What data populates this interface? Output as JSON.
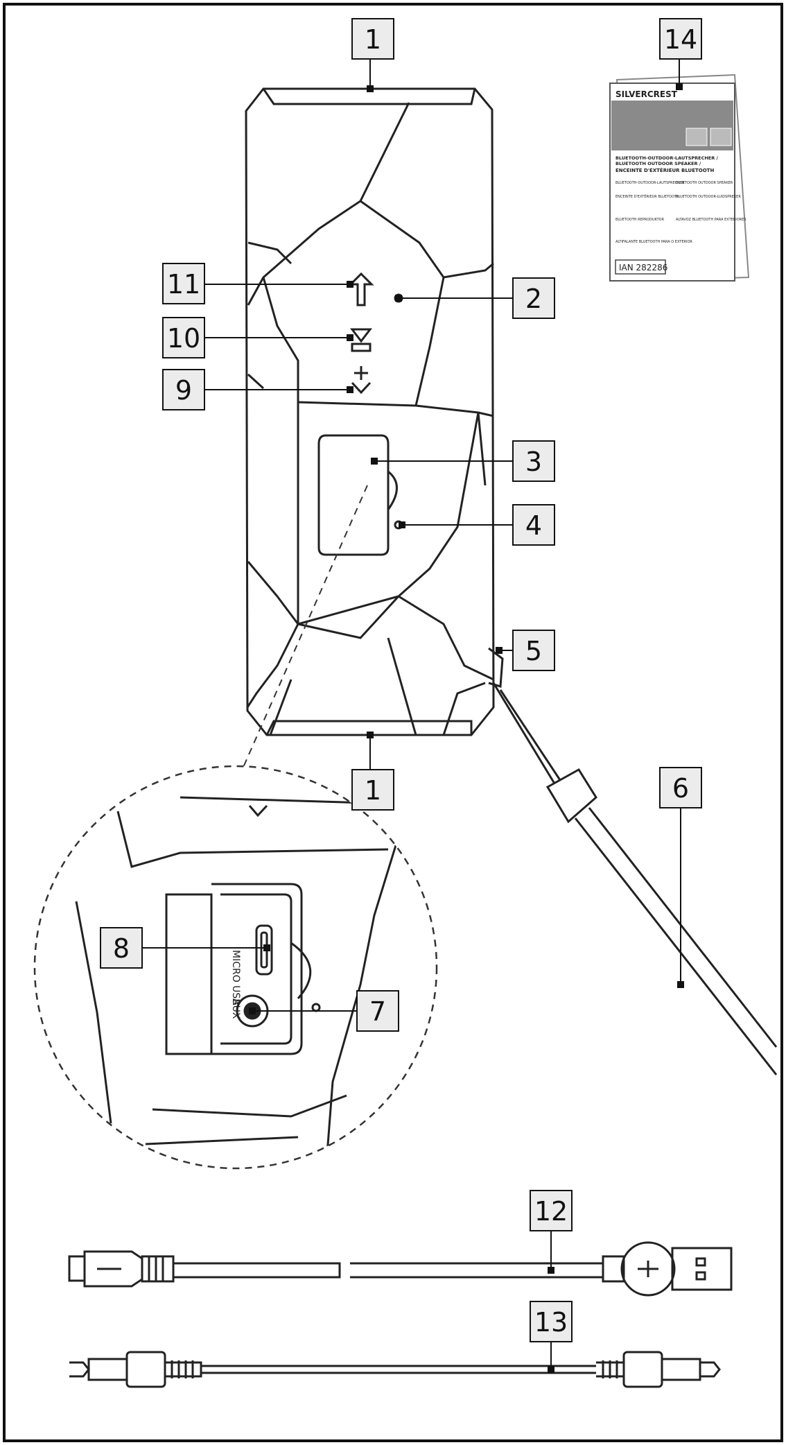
{
  "callouts": {
    "n1": "1",
    "n2": "2",
    "n3": "3",
    "n4": "4",
    "n5": "5",
    "n6": "6",
    "n7": "7",
    "n8": "8",
    "n9": "9",
    "n10": "10",
    "n11": "11",
    "n12": "12",
    "n13": "13",
    "n14": "14"
  },
  "manual": {
    "brand": "SILVERCREST",
    "title_lines": [
      "BLUETOOTH-OUTDOOR-LAUTSPRECHER /",
      "BLUETOOTH OUTDOOR SPEAKER /",
      "ENCEINTE D'EXTÉRIEUR BLUETOOTH"
    ],
    "left_col": [
      "BLUETOOTH-OUTDOOR-LAUTSPRECHER",
      "ENCEINTE D'EXTÉRIEUR BLUETOOTH",
      "BLUETOOTH REPRODUKTOR",
      "ALTIFALANTE BLUETOOTH PARA O EXTERIOR"
    ],
    "right_col": [
      "BLUETOOTH OUTDOOR SPEAKER",
      "BLUETOOTH OUTDOOR-LUIDSPREKER",
      "ALTAVOZ BLUETOOTH PARA EXTERIORES"
    ],
    "ian": "IAN 282286"
  },
  "port_labels": {
    "usb": "MICRO USB",
    "aux": "AUX"
  }
}
